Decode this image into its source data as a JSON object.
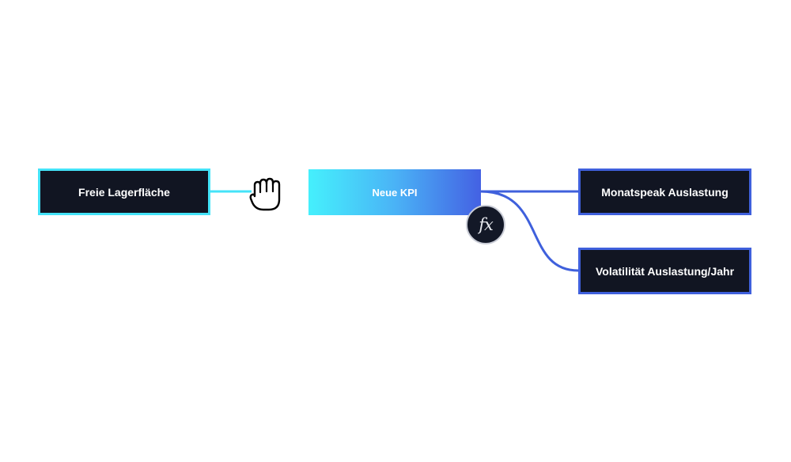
{
  "diagram": {
    "source_node": {
      "label": "Freie Lagerfläche"
    },
    "center_node": {
      "label": "Neue KPI"
    },
    "target_nodes": [
      {
        "label": "Monatspeak Auslastung"
      },
      {
        "label": "Volatilität Auslastung/Jahr"
      }
    ],
    "formula_badge": {
      "label": "fx",
      "icon": "function-icon"
    },
    "cursor": {
      "icon": "grab-hand-icon"
    }
  },
  "colors": {
    "source_border": "#44e3f8",
    "target_border": "#3f60dc",
    "node_fill": "#111522",
    "gradient_start": "#45f0fc",
    "gradient_end": "#4461e3"
  }
}
